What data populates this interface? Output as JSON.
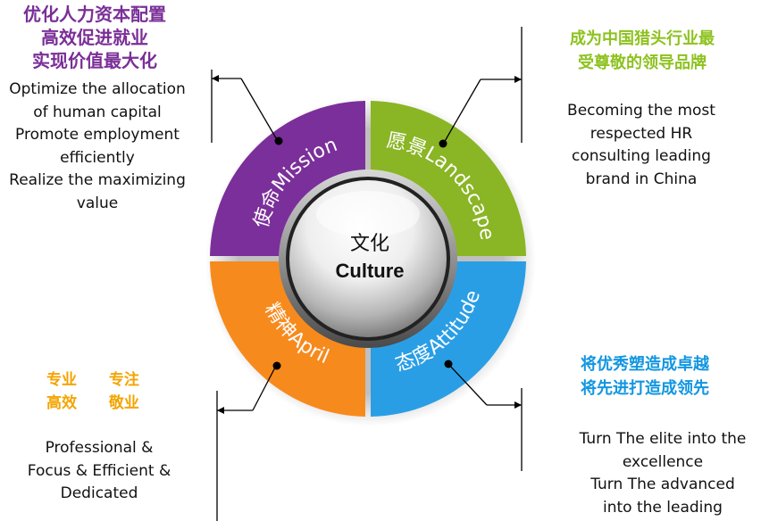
{
  "mission": {
    "cn_lines": [
      "优化人力资本配置",
      "高效促进就业",
      "实现价值最大化"
    ],
    "en_lines": [
      "Optimize the allocation",
      "of human capital",
      "Promote employment",
      "efficiently",
      "Realize the maximizing",
      "value"
    ]
  },
  "landscape": {
    "cn_lines": [
      "成为中国猎头行业最",
      "受尊敬的领导品牌"
    ],
    "en_lines": [
      "Becoming the most",
      "respected HR",
      "consulting leading",
      "brand in China"
    ]
  },
  "april": {
    "cn_row1": [
      "专业",
      "专注"
    ],
    "cn_row2": [
      "高效",
      "敬业"
    ],
    "en_lines": [
      "Professional &",
      "Focus & Efficient &",
      "Dedicated"
    ]
  },
  "attitude": {
    "cn_lines": [
      "将优秀塑造成卓越",
      "将先进打造成领先"
    ],
    "en_lines": [
      "Turn The elite into  the",
      "excellence",
      "Turn The advanced",
      "into the leading"
    ]
  },
  "ring": {
    "mission_label": "使命Mission",
    "landscape_label": "愿景Landscape",
    "april_label": "精神April",
    "attitude_label": "态度Attitude",
    "center_cn": "文化",
    "center_en": "Culture",
    "colors": {
      "mission": "#7b2f9a",
      "landscape": "#8ab525",
      "april": "#f78a1d",
      "attitude": "#2a9ee5"
    }
  }
}
